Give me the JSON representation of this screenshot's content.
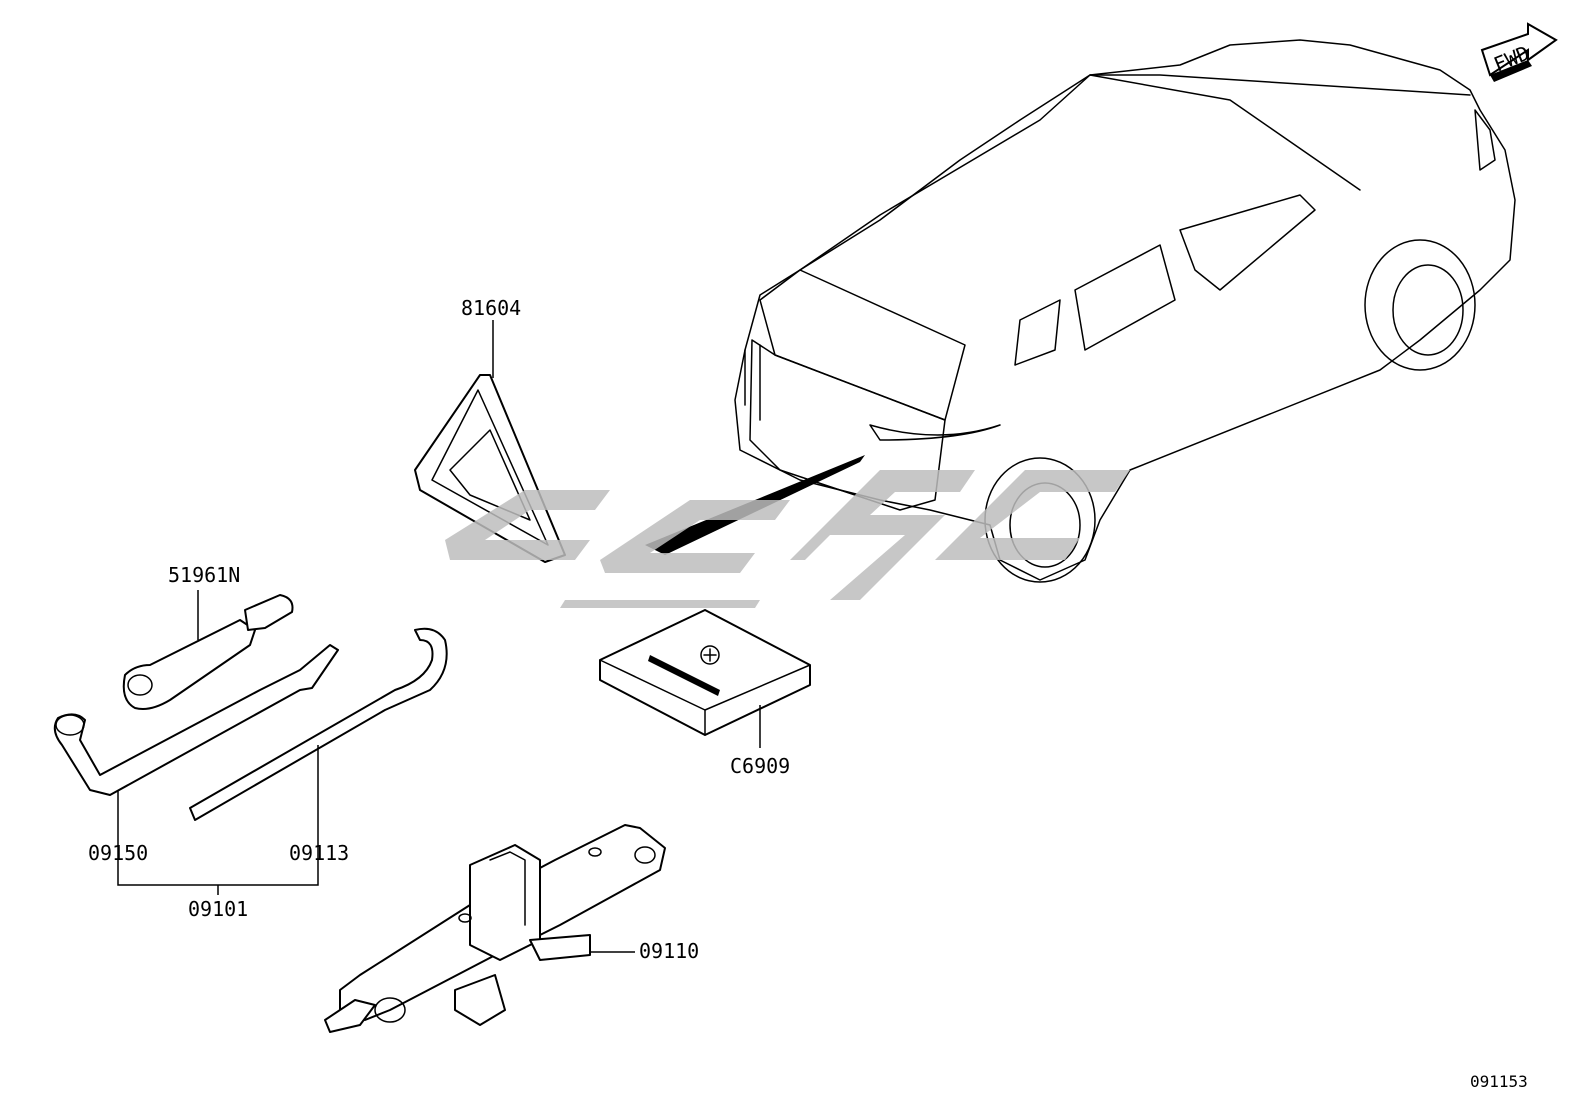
{
  "diagram": {
    "fwd_label": "FWD",
    "figure_number": "091153",
    "callouts": {
      "warning_triangle": "81604",
      "wheel_wrench": "51961N",
      "lug_wrench": "09150",
      "jack_handle": "09113",
      "tool_set": "09101",
      "first_aid_kit": "C6909",
      "jack": "09110"
    },
    "colors": {
      "line": "#000000",
      "background": "#ffffff",
      "watermark": "#bdbdbd"
    }
  }
}
